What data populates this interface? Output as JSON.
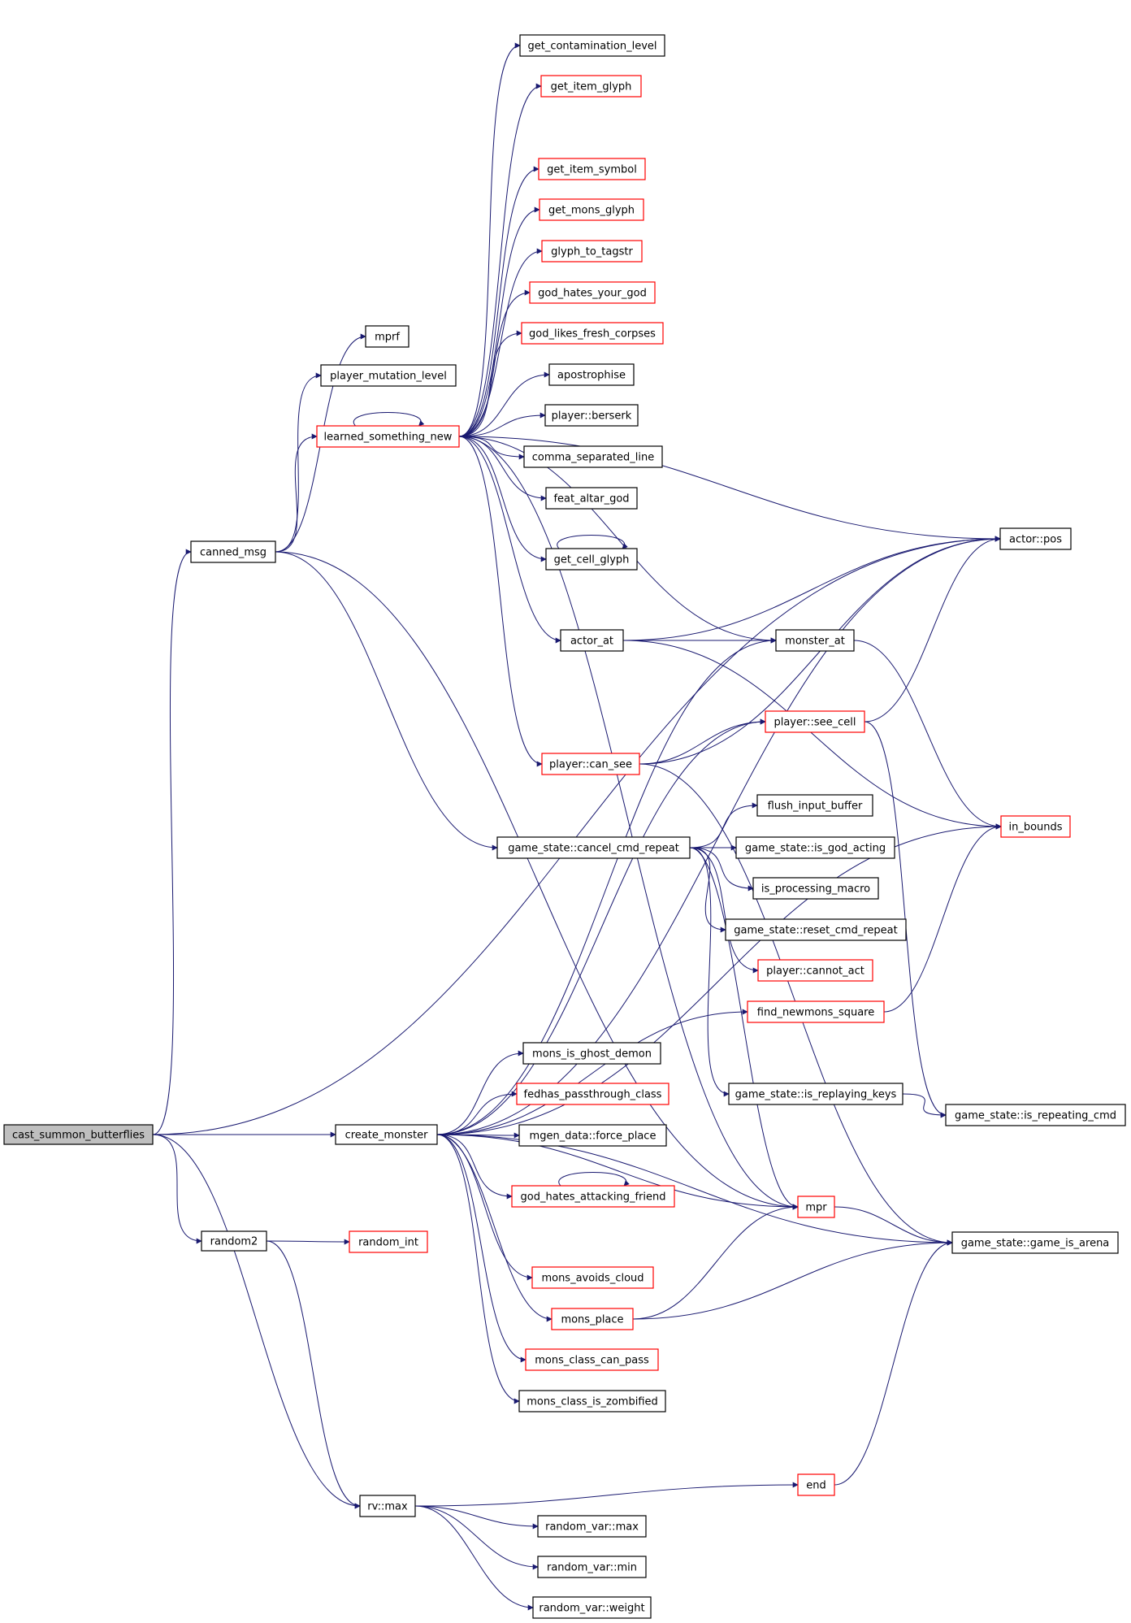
{
  "colors": {
    "edge": "#191970",
    "border_normal": "#000000",
    "border_truncated": "#ff0000",
    "root_fill": "#bfbfbf"
  },
  "nodes": [
    {
      "id": "cast_summon_butterflies",
      "label": "cast_summon_butterflies",
      "style": "root"
    },
    {
      "id": "canned_msg",
      "label": "canned_msg",
      "style": "normal"
    },
    {
      "id": "create_monster",
      "label": "create_monster",
      "style": "normal"
    },
    {
      "id": "random2",
      "label": "random2",
      "style": "normal"
    },
    {
      "id": "rv_max",
      "label": "rv::max",
      "style": "normal"
    },
    {
      "id": "actor_pos",
      "label": "actor::pos",
      "style": "normal"
    },
    {
      "id": "mprf",
      "label": "mprf",
      "style": "normal"
    },
    {
      "id": "player_mutation_level",
      "label": "player_mutation_level",
      "style": "normal"
    },
    {
      "id": "learned_something_new",
      "label": "learned_something_new",
      "style": "truncated"
    },
    {
      "id": "cancel_cmd_repeat",
      "label": "game_state::cancel_cmd_repeat",
      "style": "normal"
    },
    {
      "id": "get_contamination_level",
      "label": "get_contamination_level",
      "style": "normal"
    },
    {
      "id": "get_item_glyph",
      "label": "get_item_glyph",
      "style": "truncated"
    },
    {
      "id": "get_item_symbol",
      "label": "get_item_symbol",
      "style": "truncated"
    },
    {
      "id": "get_mons_glyph",
      "label": "get_mons_glyph",
      "style": "truncated"
    },
    {
      "id": "glyph_to_tagstr",
      "label": "glyph_to_tagstr",
      "style": "truncated"
    },
    {
      "id": "god_hates_your_god",
      "label": "god_hates_your_god",
      "style": "truncated"
    },
    {
      "id": "god_likes_fresh_corpses",
      "label": "god_likes_fresh_corpses",
      "style": "truncated"
    },
    {
      "id": "apostrophise",
      "label": "apostrophise",
      "style": "normal"
    },
    {
      "id": "player_berserk",
      "label": "player::berserk",
      "style": "normal"
    },
    {
      "id": "comma_separated_line",
      "label": "comma_separated_line",
      "style": "normal"
    },
    {
      "id": "feat_altar_god",
      "label": "feat_altar_god",
      "style": "normal"
    },
    {
      "id": "get_cell_glyph",
      "label": "get_cell_glyph",
      "style": "normal"
    },
    {
      "id": "actor_at",
      "label": "actor_at",
      "style": "normal"
    },
    {
      "id": "monster_at",
      "label": "monster_at",
      "style": "normal"
    },
    {
      "id": "player_see_cell",
      "label": "player::see_cell",
      "style": "truncated"
    },
    {
      "id": "player_can_see",
      "label": "player::can_see",
      "style": "truncated"
    },
    {
      "id": "in_bounds",
      "label": "in_bounds",
      "style": "truncated"
    },
    {
      "id": "flush_input_buffer",
      "label": "flush_input_buffer",
      "style": "normal"
    },
    {
      "id": "is_god_acting",
      "label": "game_state::is_god_acting",
      "style": "normal"
    },
    {
      "id": "is_processing_macro",
      "label": "is_processing_macro",
      "style": "normal"
    },
    {
      "id": "reset_cmd_repeat",
      "label": "game_state::reset_cmd_repeat",
      "style": "normal"
    },
    {
      "id": "player_cannot_act",
      "label": "player::cannot_act",
      "style": "truncated"
    },
    {
      "id": "find_newmons_square",
      "label": "find_newmons_square",
      "style": "truncated"
    },
    {
      "id": "mons_is_ghost_demon",
      "label": "mons_is_ghost_demon",
      "style": "normal"
    },
    {
      "id": "fedhas_passthrough_class",
      "label": "fedhas_passthrough_class",
      "style": "truncated"
    },
    {
      "id": "is_replaying_keys",
      "label": "game_state::is_replaying_keys",
      "style": "normal"
    },
    {
      "id": "is_repeating_cmd",
      "label": "game_state::is_repeating_cmd",
      "style": "normal"
    },
    {
      "id": "force_place",
      "label": "mgen_data::force_place",
      "style": "normal"
    },
    {
      "id": "god_hates_attacking_friend",
      "label": "god_hates_attacking_friend",
      "style": "truncated"
    },
    {
      "id": "mpr",
      "label": "mpr",
      "style": "truncated"
    },
    {
      "id": "game_is_arena",
      "label": "game_state::game_is_arena",
      "style": "normal"
    },
    {
      "id": "random_int",
      "label": "random_int",
      "style": "truncated"
    },
    {
      "id": "mons_avoids_cloud",
      "label": "mons_avoids_cloud",
      "style": "truncated"
    },
    {
      "id": "mons_place",
      "label": "mons_place",
      "style": "truncated"
    },
    {
      "id": "mons_class_can_pass",
      "label": "mons_class_can_pass",
      "style": "truncated"
    },
    {
      "id": "mons_class_is_zombified",
      "label": "mons_class_is_zombified",
      "style": "normal"
    },
    {
      "id": "end",
      "label": "end",
      "style": "truncated"
    },
    {
      "id": "random_var_max",
      "label": "random_var::max",
      "style": "normal"
    },
    {
      "id": "random_var_min",
      "label": "random_var::min",
      "style": "normal"
    },
    {
      "id": "random_var_weight",
      "label": "random_var::weight",
      "style": "normal"
    }
  ],
  "edges": [
    [
      "cast_summon_butterflies",
      "actor_pos"
    ],
    [
      "cast_summon_butterflies",
      "canned_msg"
    ],
    [
      "cast_summon_butterflies",
      "create_monster"
    ],
    [
      "cast_summon_butterflies",
      "random2"
    ],
    [
      "cast_summon_butterflies",
      "rv_max"
    ],
    [
      "canned_msg",
      "mprf"
    ],
    [
      "canned_msg",
      "player_mutation_level"
    ],
    [
      "canned_msg",
      "learned_something_new"
    ],
    [
      "canned_msg",
      "cancel_cmd_repeat"
    ],
    [
      "canned_msg",
      "mpr"
    ],
    [
      "learned_something_new",
      "learned_something_new"
    ],
    [
      "learned_something_new",
      "get_contamination_level"
    ],
    [
      "learned_something_new",
      "get_item_glyph"
    ],
    [
      "learned_something_new",
      "actor_pos"
    ],
    [
      "learned_something_new",
      "get_item_symbol"
    ],
    [
      "learned_something_new",
      "get_mons_glyph"
    ],
    [
      "learned_something_new",
      "glyph_to_tagstr"
    ],
    [
      "learned_something_new",
      "god_hates_your_god"
    ],
    [
      "learned_something_new",
      "god_likes_fresh_corpses"
    ],
    [
      "learned_something_new",
      "apostrophise"
    ],
    [
      "learned_something_new",
      "player_berserk"
    ],
    [
      "learned_something_new",
      "comma_separated_line"
    ],
    [
      "learned_something_new",
      "feat_altar_god"
    ],
    [
      "learned_something_new",
      "get_cell_glyph"
    ],
    [
      "learned_something_new",
      "actor_at"
    ],
    [
      "learned_something_new",
      "monster_at"
    ],
    [
      "learned_something_new",
      "player_can_see"
    ],
    [
      "learned_something_new",
      "mpr"
    ],
    [
      "get_cell_glyph",
      "get_cell_glyph"
    ],
    [
      "actor_at",
      "actor_pos"
    ],
    [
      "actor_at",
      "monster_at"
    ],
    [
      "actor_at",
      "in_bounds"
    ],
    [
      "monster_at",
      "in_bounds"
    ],
    [
      "player_can_see",
      "actor_pos"
    ],
    [
      "player_can_see",
      "player_see_cell"
    ],
    [
      "player_can_see",
      "game_is_arena"
    ],
    [
      "player_see_cell",
      "actor_pos"
    ],
    [
      "player_see_cell",
      "is_repeating_cmd"
    ],
    [
      "cancel_cmd_repeat",
      "flush_input_buffer"
    ],
    [
      "cancel_cmd_repeat",
      "is_god_acting"
    ],
    [
      "cancel_cmd_repeat",
      "is_processing_macro"
    ],
    [
      "cancel_cmd_repeat",
      "reset_cmd_repeat"
    ],
    [
      "cancel_cmd_repeat",
      "player_cannot_act"
    ],
    [
      "cancel_cmd_repeat",
      "is_replaying_keys"
    ],
    [
      "cancel_cmd_repeat",
      "mpr"
    ],
    [
      "create_monster",
      "actor_pos"
    ],
    [
      "create_monster",
      "monster_at"
    ],
    [
      "create_monster",
      "player_see_cell"
    ],
    [
      "create_monster",
      "find_newmons_square"
    ],
    [
      "create_monster",
      "in_bounds"
    ],
    [
      "create_monster",
      "mons_is_ghost_demon"
    ],
    [
      "create_monster",
      "fedhas_passthrough_class"
    ],
    [
      "create_monster",
      "force_place"
    ],
    [
      "create_monster",
      "god_hates_attacking_friend"
    ],
    [
      "create_monster",
      "mpr"
    ],
    [
      "create_monster",
      "mons_avoids_cloud"
    ],
    [
      "create_monster",
      "mons_place"
    ],
    [
      "create_monster",
      "mons_class_can_pass"
    ],
    [
      "create_monster",
      "mons_class_is_zombified"
    ],
    [
      "create_monster",
      "game_is_arena"
    ],
    [
      "god_hates_attacking_friend",
      "god_hates_attacking_friend"
    ],
    [
      "find_newmons_square",
      "in_bounds"
    ],
    [
      "is_replaying_keys",
      "is_repeating_cmd"
    ],
    [
      "mpr",
      "game_is_arena"
    ],
    [
      "mons_place",
      "mpr"
    ],
    [
      "mons_place",
      "game_is_arena"
    ],
    [
      "random2",
      "random_int"
    ],
    [
      "random2",
      "rv_max"
    ],
    [
      "rv_max",
      "end"
    ],
    [
      "rv_max",
      "random_var_max"
    ],
    [
      "rv_max",
      "random_var_min"
    ],
    [
      "rv_max",
      "random_var_weight"
    ],
    [
      "end",
      "game_is_arena"
    ]
  ]
}
